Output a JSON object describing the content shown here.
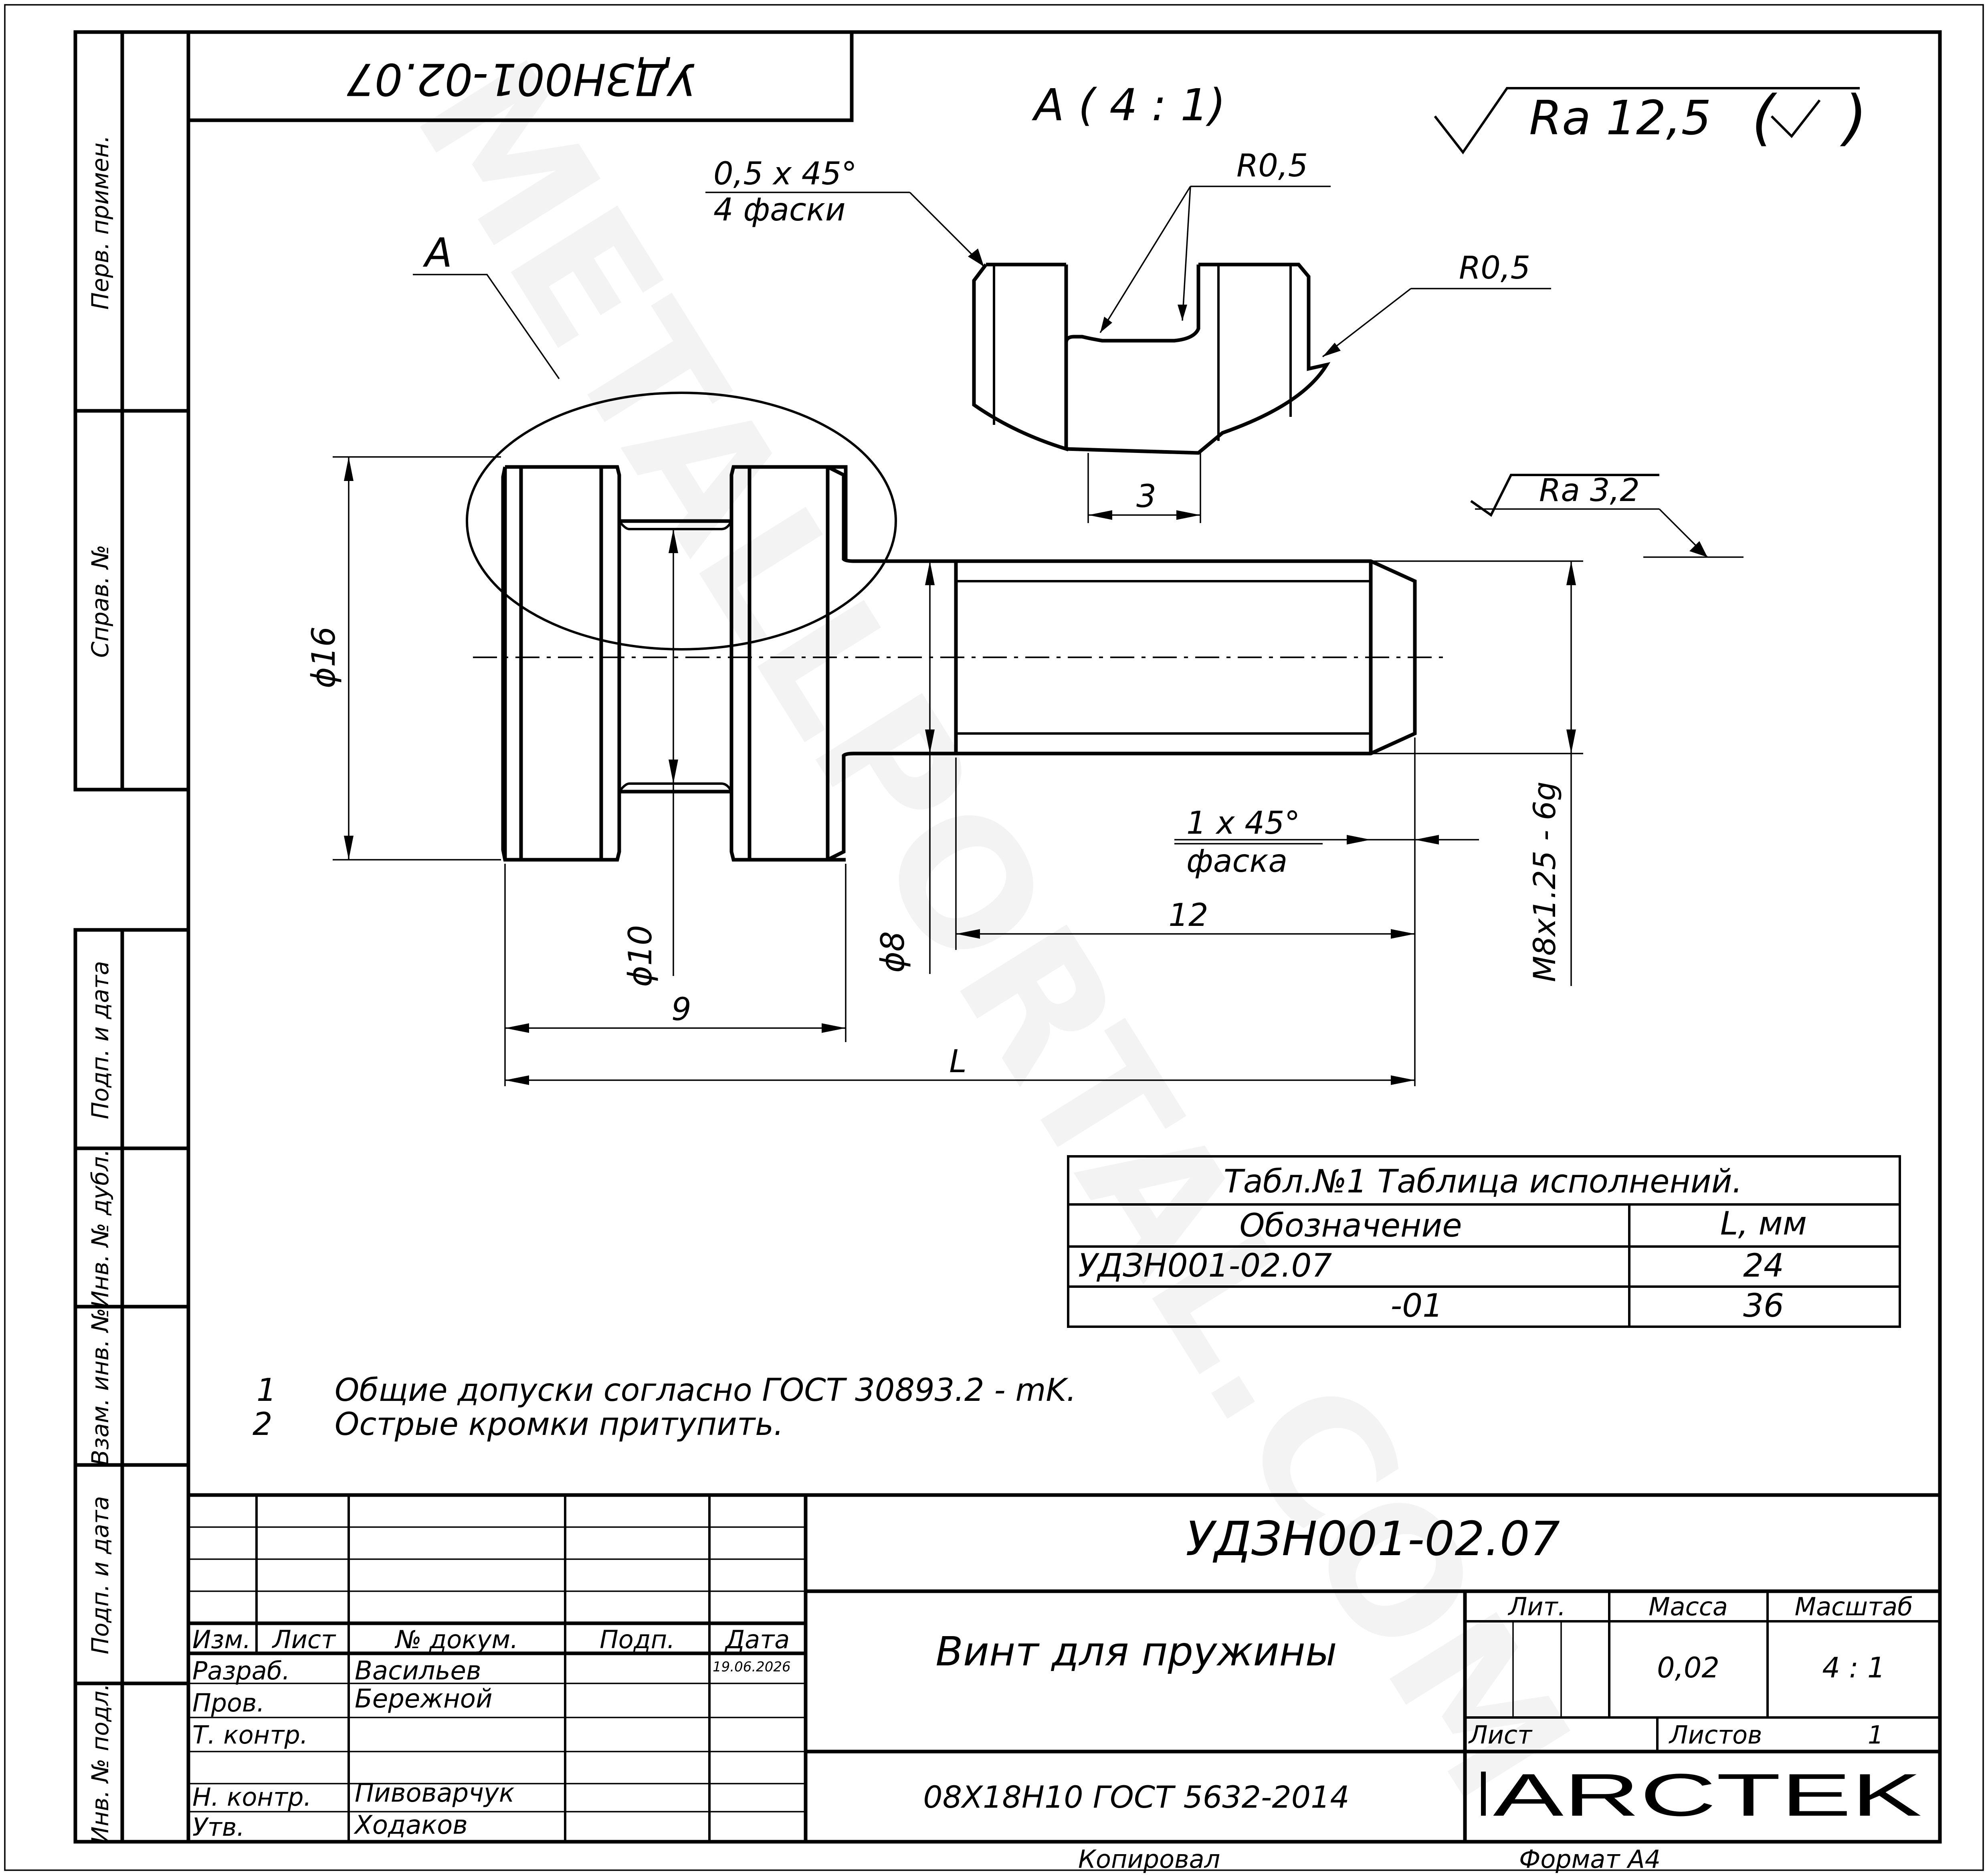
{
  "watermark": "METALLPORTAL.COM",
  "drawing": {
    "top_code_rotated": "УДЗН001-02.07",
    "view_label": "А ( 4 : 1)",
    "section_marker": "А",
    "roughness_general": "Ra 12,5",
    "roughness_surface": "Ra 3,2",
    "chamfer_detail_line1": "0,5 x 45°",
    "chamfer_detail_line2": "4 фаски",
    "radius_1": "R0,5",
    "radius_2": "R0,5",
    "detail_dim": "3",
    "dim_d16": "ϕ16",
    "dim_d10": "ϕ10",
    "dim_d8": "ϕ8",
    "dim_thread": "M8x1.25 - 6g",
    "chamfer_line1": "1 x 45°",
    "chamfer_line2": "фаска",
    "dim_12": "12",
    "dim_9": "9",
    "dim_L": "L"
  },
  "variants_table": {
    "title": "Табл.№1 Таблица исполнений.",
    "headers": [
      "Обозначение",
      "L, мм"
    ],
    "rows": [
      [
        "УДЗН001-02.07",
        "24"
      ],
      [
        "-01",
        "36"
      ]
    ]
  },
  "notes": [
    {
      "num": "1",
      "text": "Общие допуски согласно ГОСТ 30893.2 - mK."
    },
    {
      "num": "2",
      "text": "Острые кромки притупить."
    }
  ],
  "side_stamp": {
    "perv_primen": "Перв. примен.",
    "sprav_no": "Справ. №",
    "podp_data_1": "Подп. и дата",
    "inv_dubl": "Инв. № дубл.",
    "vzam_inv": "Взам. инв. №",
    "podp_data_2": "Подп. и дата",
    "inv_podl": "Инв. № подл."
  },
  "title_block": {
    "designation": "УДЗН001-02.07",
    "name": "Винт для пружины",
    "material": "08Х18Н10 ГОСТ 5632-2014",
    "col_izm": "Изм.",
    "col_list": "Лист",
    "col_doc": "№ докум.",
    "col_podp": "Подп.",
    "col_data": "Дата",
    "role_razrab": "Разраб.",
    "role_prov": "Пров.",
    "role_tkontr": "Т. контр.",
    "role_nkontr": "Н. контр.",
    "role_utv": "Утв.",
    "name_razrab": "Васильев",
    "name_prov": "Бережной",
    "name_nkontr": "Пивоварчук",
    "name_utv": "Ходаков",
    "date": "19.06.2026",
    "lit_label": "Лит.",
    "mass_label": "Масса",
    "scale_label": "Масштаб",
    "mass_value": "0,02",
    "scale_value": "4 : 1",
    "sheet_label": "Лист",
    "sheets_label": "Листов",
    "sheets_value": "1",
    "company": "ARCTEK"
  },
  "footer": {
    "copied": "Копировал",
    "format": "Формат А4"
  }
}
